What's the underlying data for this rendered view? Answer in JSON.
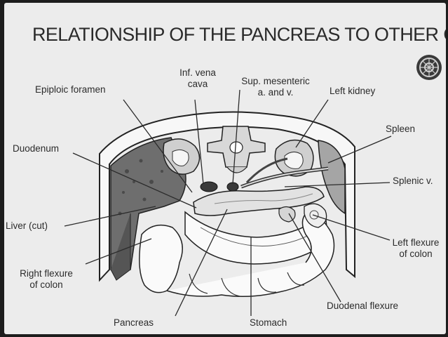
{
  "title": "RELATIONSHIP OF THE PANCREAS TO OTHER ORGANS",
  "labels": {
    "inf_vena_cava_1": "Inf. vena",
    "inf_vena_cava_2": "cava",
    "sup_mesenteric_1": "Sup. mesenteric",
    "sup_mesenteric_2": "a. and v.",
    "epiploic_foramen": "Epiploic foramen",
    "left_kidney": "Left kidney",
    "duodenum": "Duodenum",
    "spleen": "Spleen",
    "splenic_v": "Splenic v.",
    "liver_cut": "Liver (cut)",
    "left_flexure_1": "Left flexure",
    "left_flexure_2": "of colon",
    "right_flexure_1": "Right flexure",
    "right_flexure_2": "of colon",
    "duodenal_flexure": "Duodenal flexure",
    "pancreas": "Pancreas",
    "stomach": "Stomach"
  },
  "colors": {
    "background": "#ececec",
    "ink": "#2b2b2b",
    "liver": "#6e6e6e",
    "spleen": "#9a9a9a"
  },
  "icons": {
    "corner_emblem": "rosette-logo"
  }
}
